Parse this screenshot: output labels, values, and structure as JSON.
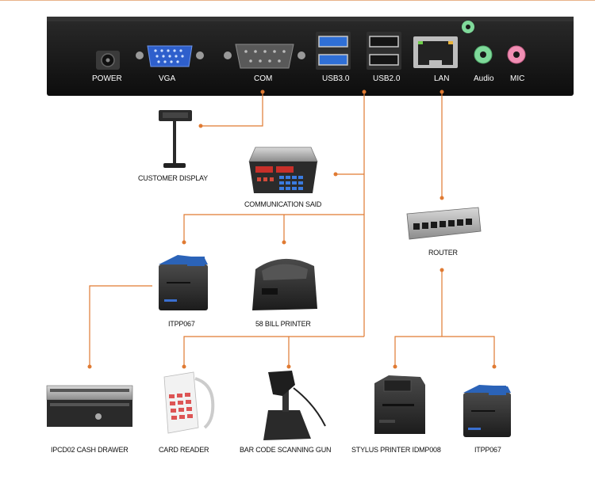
{
  "panel": {
    "ports": [
      {
        "label": "POWER"
      },
      {
        "label": "VGA"
      },
      {
        "label": "COM"
      },
      {
        "label": "USB3.0"
      },
      {
        "label": "USB2.0"
      },
      {
        "label": "LAN"
      },
      {
        "label": "Audio"
      },
      {
        "label": "MIC"
      }
    ]
  },
  "devices": {
    "customer_display": "CUSTOMER DISPLAY",
    "scale": "COMMUNICATION SAID",
    "router": "ROUTER",
    "itpp067_left": "ITPP067",
    "bill_printer": "58 BILL PRINTER",
    "cash_drawer": "IPCD02 CASH DRAWER",
    "card_reader": "CARD READER",
    "scanner": "BAR CODE SCANNING GUN",
    "stylus_printer": "STYLUS PRINTER IDMP008",
    "itpp067_right": "ITPP067"
  },
  "colors": {
    "connector": "#e07a32",
    "panel": "#141414",
    "printer_blue": "#2b63b8"
  }
}
